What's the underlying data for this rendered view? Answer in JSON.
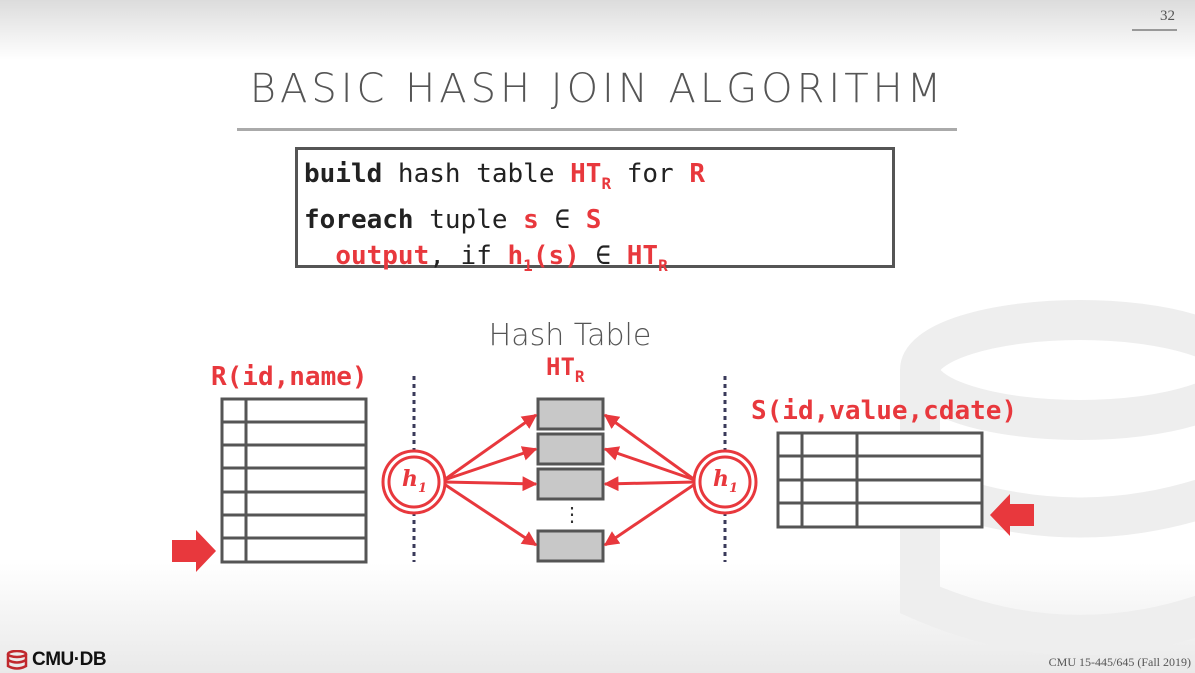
{
  "page_number": "32",
  "title": "BASIC HASH JOIN ALGORITHM",
  "code": {
    "line1": {
      "kw1": "build",
      "t1": " hash table ",
      "r1": "HT",
      "r1_sub": "R",
      "t2": " for ",
      "r2": "R"
    },
    "line2": {
      "kw1": "foreach",
      "t1": " tuple ",
      "r1": "s",
      "t2": " ∈ ",
      "r2": "S"
    },
    "line3": {
      "r1": "output",
      "t1": ", if ",
      "r2": "h",
      "r2_sub": "1",
      "r3": "(s)",
      "t2": " ∈ ",
      "r4": "HT",
      "r4_sub": "R"
    }
  },
  "diagram": {
    "left_table_label": "R(id,name)",
    "right_table_label": "S(id,value,cdate)",
    "hash_table_caption": "Hash Table",
    "hash_table_name": "HT",
    "hash_table_sub": "R",
    "hash_function": "h",
    "hash_function_sub": "1",
    "ellipsis": "⋮"
  },
  "colors": {
    "accent": "#e8383d",
    "box_fill": "#c8c8c8",
    "border": "#555555"
  },
  "footer": {
    "logo_text": "CMU·DB",
    "course": "CMU 15-445/645 (Fall 2019)"
  }
}
